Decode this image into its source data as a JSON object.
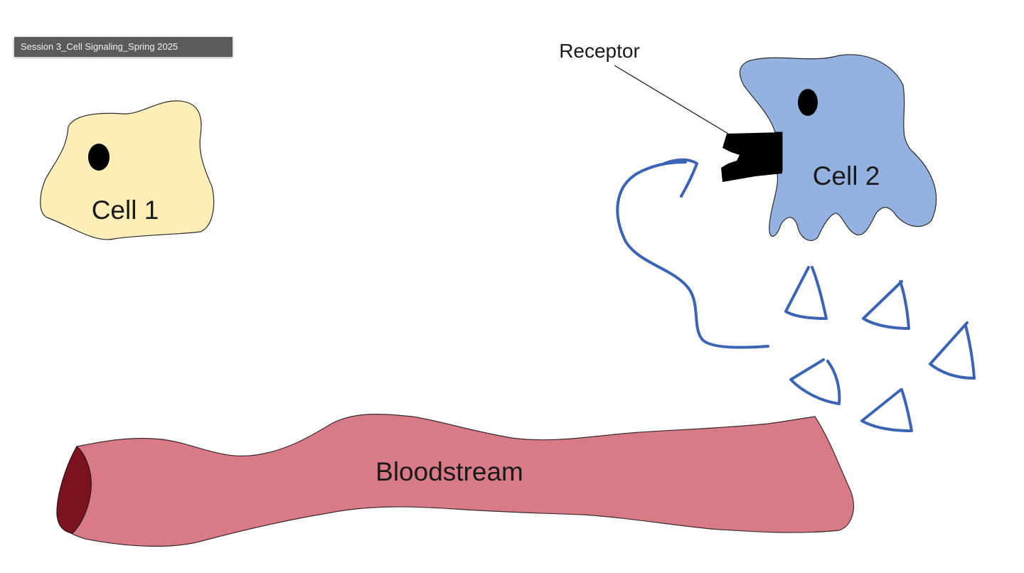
{
  "session_tag": "Session 3_Cell Signaling_Spring 2025",
  "cell1": {
    "label": "Cell 1",
    "color": "#fdedb6"
  },
  "cell2": {
    "label": "Cell 2",
    "color": "#94b2e0"
  },
  "receptor": {
    "label": "Receptor"
  },
  "bloodstream": {
    "label": "Bloodstream",
    "color": "#d97b86",
    "end_color": "#7a1220"
  },
  "annotation_color": "#3c64b4"
}
